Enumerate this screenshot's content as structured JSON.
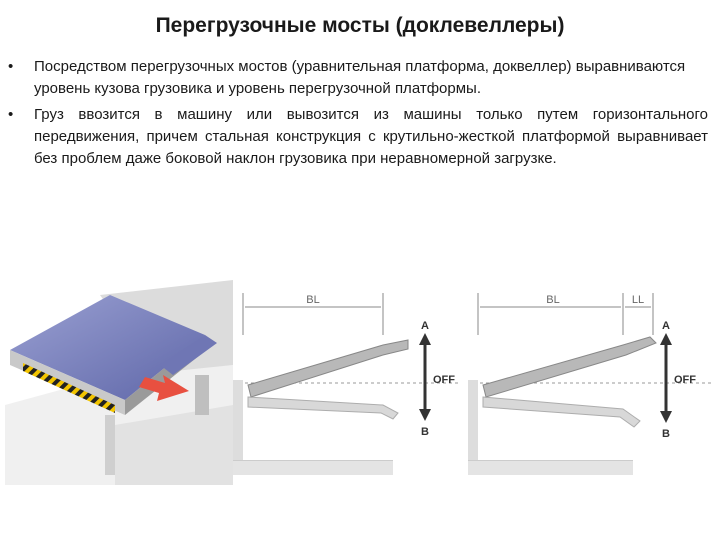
{
  "slide": {
    "title": "Перегрузочные мосты (доклевеллеры)",
    "bullets": [
      "Посредством перегрузочных мостов (уравнительная платформа, доквеллер) выравниваются уровень кузова грузовика и уровень перегрузочной платформы.",
      "Груз ввозится в машину или вывозится из машины только путем горизонтального передвижения, причем стальная конструкция с крутильно-жесткой платформой выравнивает без проблем даже боковой наклон грузовика при неравномерной загрузке."
    ],
    "bullet_symbol": "•"
  },
  "diagrams": {
    "left": {
      "bl_label": "BL",
      "a_label": "A",
      "off_label": "OFF",
      "b_label": "B"
    },
    "right": {
      "bl_label": "BL",
      "ll_label": "LL",
      "a_label": "A",
      "off_label": "OFF",
      "b_label": "B"
    }
  },
  "colors": {
    "deck": "#7f86bf",
    "arrow": "#e85040",
    "steel": "#b8b8b8",
    "hazard": "#f2c400"
  }
}
